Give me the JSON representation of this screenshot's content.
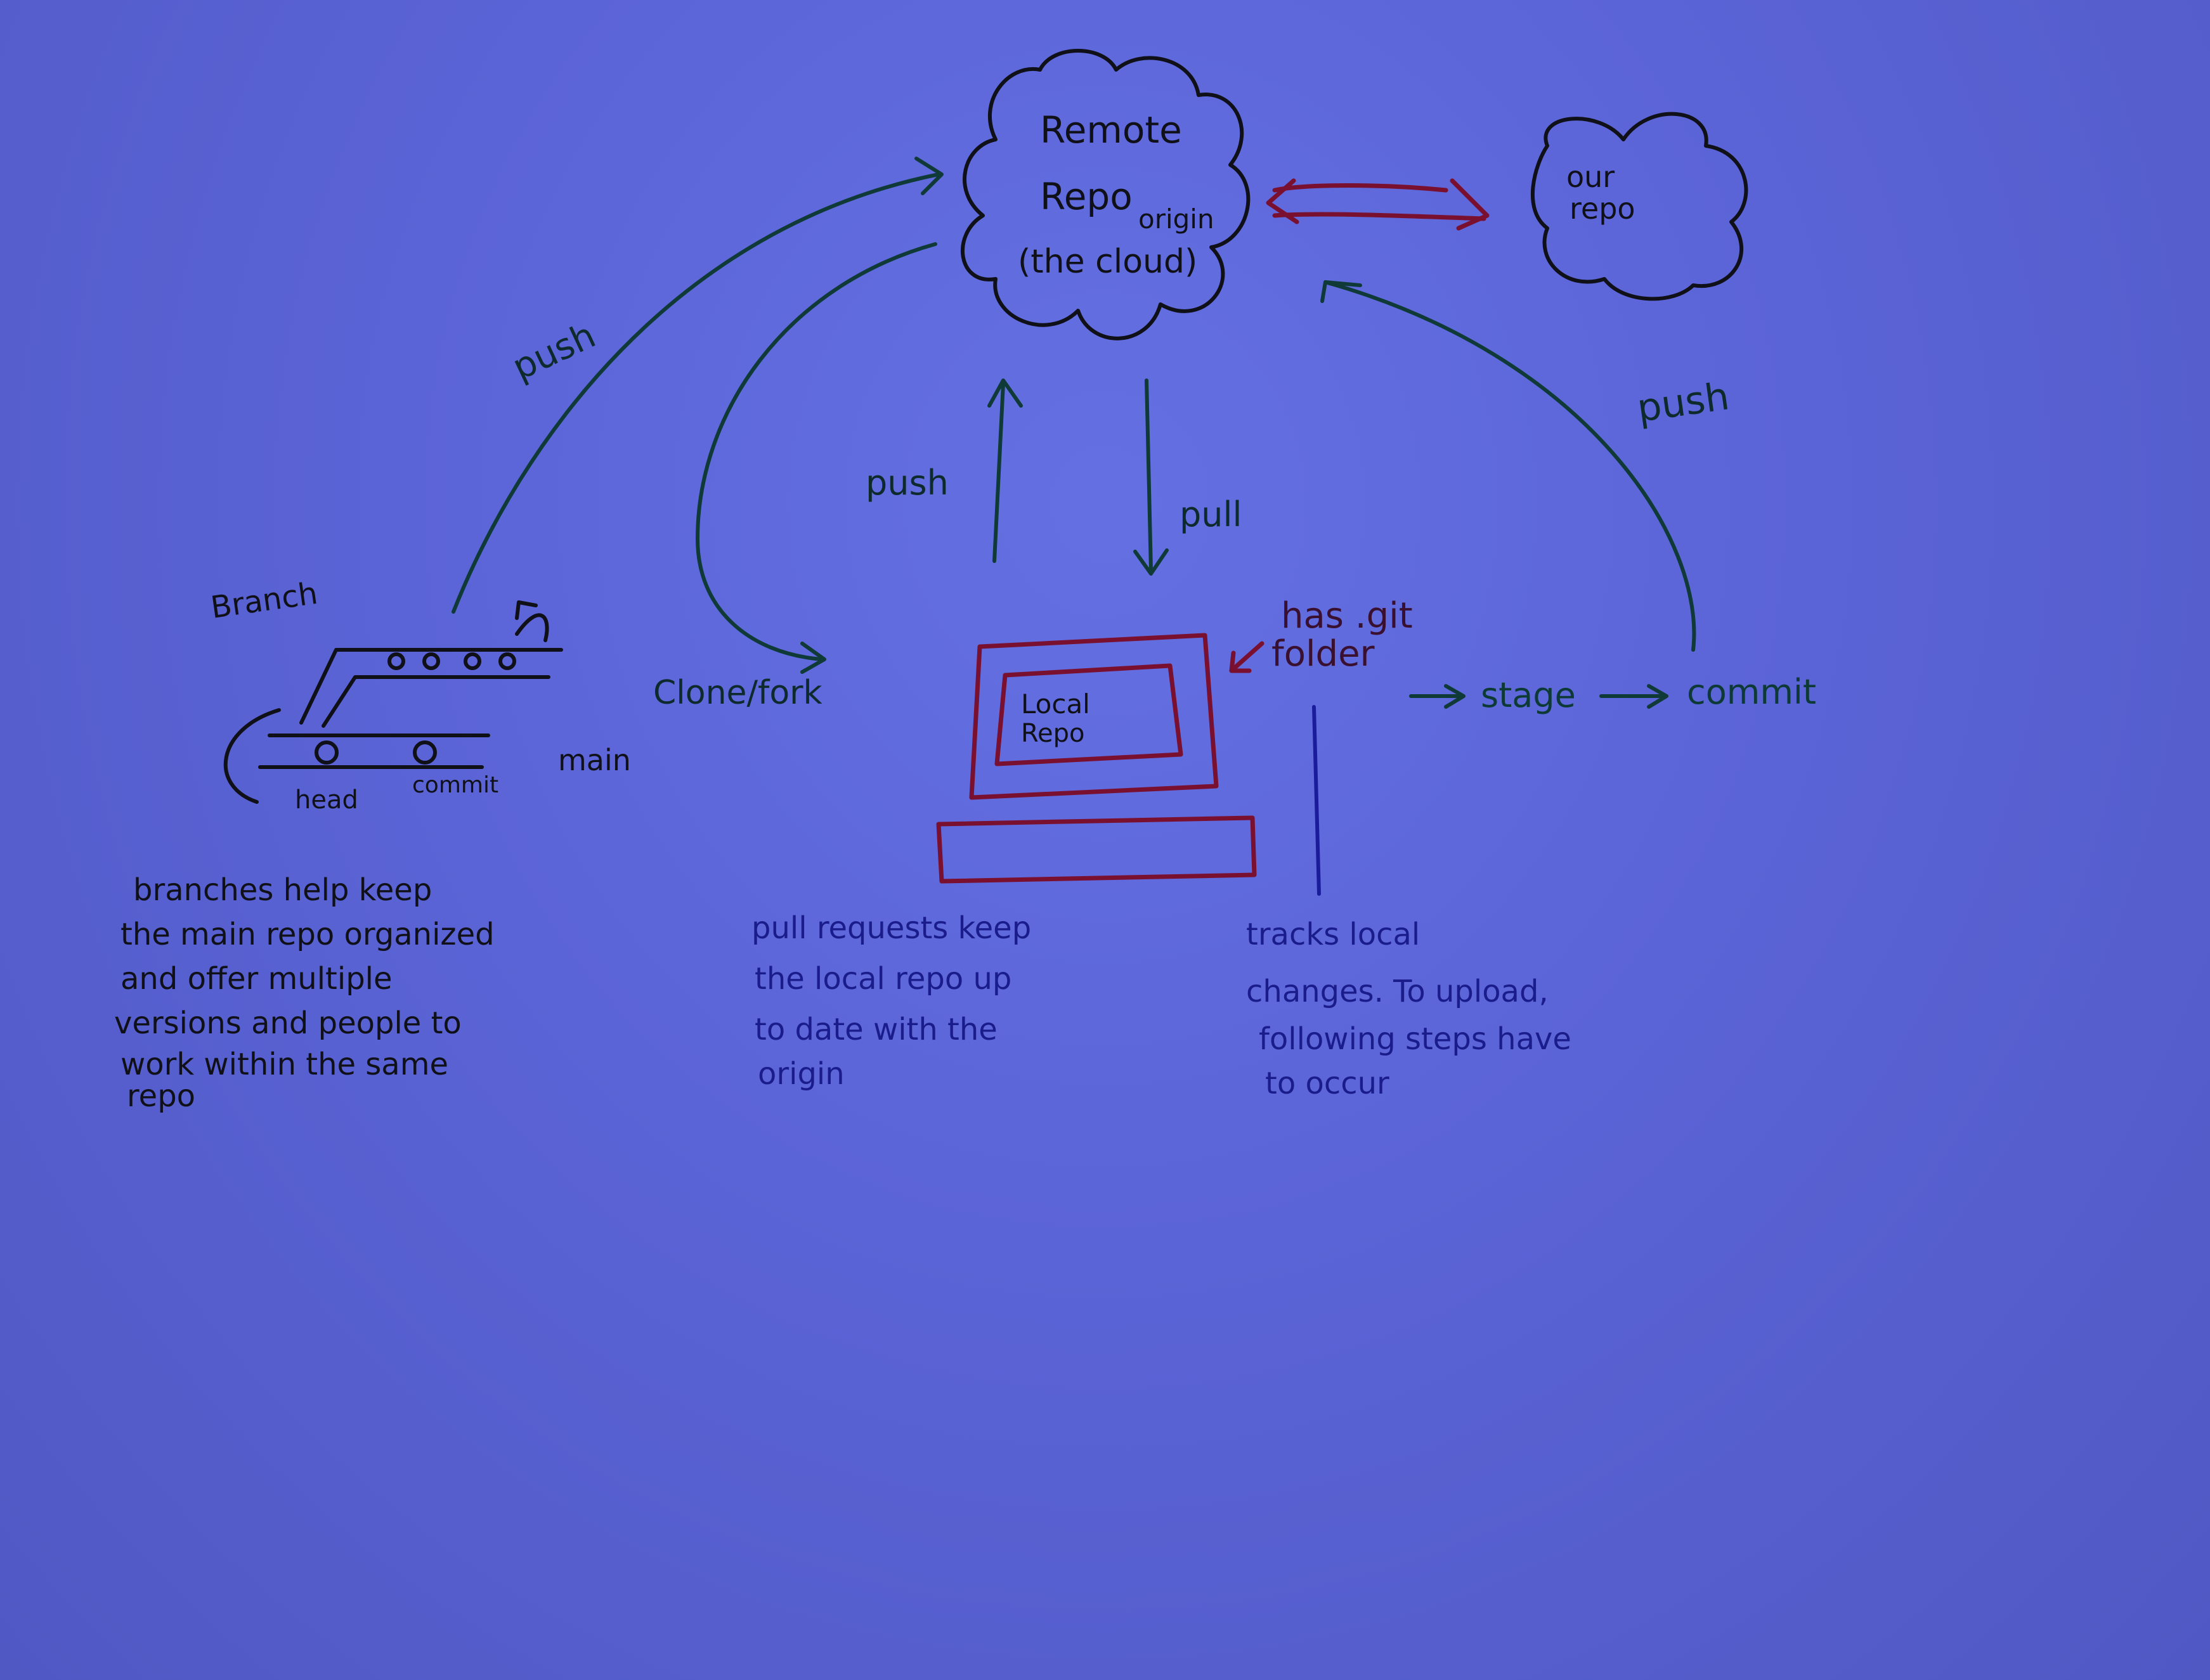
{
  "remote": {
    "line1": "Remote",
    "line2": "Repo",
    "line3": "(the cloud)",
    "origin": "origin"
  },
  "our_repo": {
    "line1": "our",
    "line2": "repo"
  },
  "arrows": {
    "push_left": "push",
    "push_center": "push",
    "pull": "pull",
    "push_right": "push",
    "clone_fork": "Clone/fork"
  },
  "branch_diagram": {
    "branch_label": "Branch",
    "main_label": "main",
    "head_label": "head",
    "commit_label": "commit"
  },
  "computer": {
    "screen_line1": "Local",
    "screen_line2": "Repo",
    "git_note_line1": "has .git",
    "git_note_line2": "folder"
  },
  "workflow": {
    "stage": "stage",
    "commit": "commit"
  },
  "notes": {
    "branches": [
      "branches help keep",
      "the main repo organized",
      "and offer multiple",
      "versions and people to",
      "work within the same",
      "repo"
    ],
    "pull_requests": [
      "pull requests keep",
      "the local repo up",
      "to date with the",
      "origin"
    ],
    "tracks": [
      "tracks local",
      "changes. To upload,",
      "following steps have",
      "to occur"
    ]
  }
}
